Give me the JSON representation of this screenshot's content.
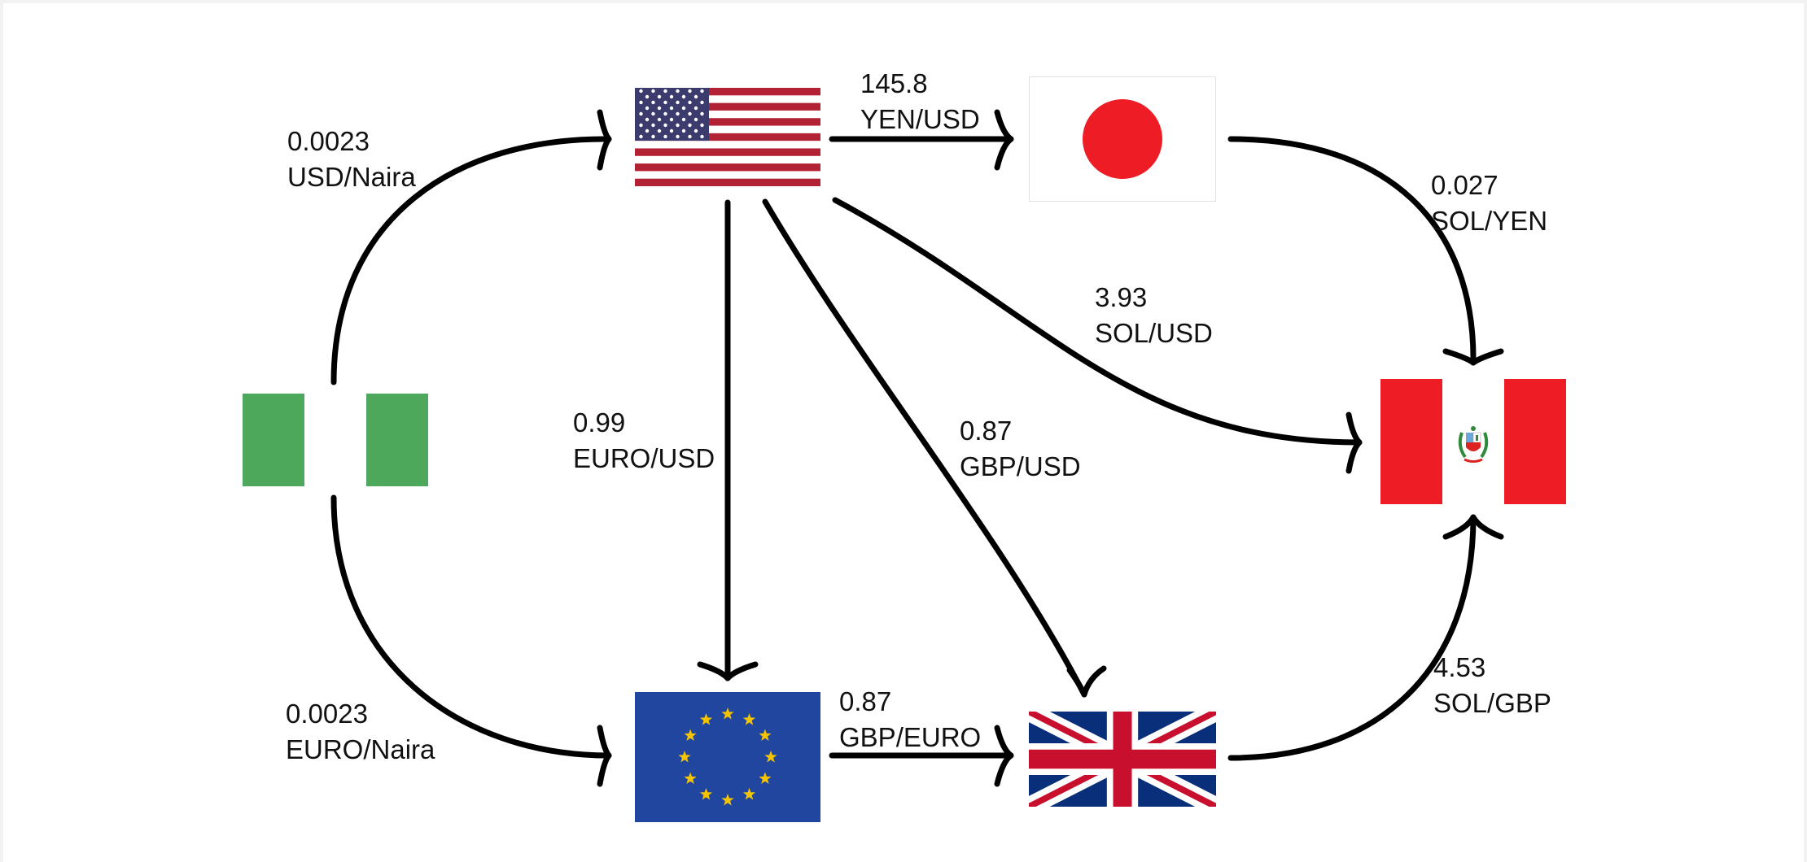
{
  "colors": {
    "edge": "#000000",
    "nigeria_green": "#4ea85b",
    "usa_red": "#b22234",
    "usa_blue": "#3c3b6e",
    "japan_red": "#ee1c25",
    "eu_blue": "#2146a0",
    "eu_star": "#f5c400",
    "uk_blue": "#0a2f7a",
    "uk_red": "#c8102e",
    "peru_red": "#ee1c25"
  },
  "nodes": {
    "nigeria": {
      "icon": "nigeria-flag"
    },
    "usa": {
      "icon": "usa-flag"
    },
    "japan": {
      "icon": "japan-flag"
    },
    "eu": {
      "icon": "eu-flag"
    },
    "uk": {
      "icon": "uk-flag"
    },
    "peru": {
      "icon": "peru-flag"
    }
  },
  "edges": {
    "naira_usd": {
      "from": "nigeria",
      "to": "usa",
      "rate": "0.0023",
      "unit": "USD/Naira"
    },
    "naira_euro": {
      "from": "nigeria",
      "to": "eu",
      "rate": "0.0023",
      "unit": "EURO/Naira"
    },
    "usd_yen": {
      "from": "usa",
      "to": "japan",
      "rate": "145.8",
      "unit": "YEN/USD"
    },
    "usd_euro": {
      "from": "usa",
      "to": "eu",
      "rate": "0.99",
      "unit": "EURO/USD"
    },
    "usd_gbp": {
      "from": "usa",
      "to": "uk",
      "rate": "0.87",
      "unit": "GBP/USD"
    },
    "usd_sol": {
      "from": "usa",
      "to": "peru",
      "rate": "3.93",
      "unit": "SOL/USD"
    },
    "yen_sol": {
      "from": "japan",
      "to": "peru",
      "rate": "0.027",
      "unit": "SOL/YEN"
    },
    "euro_gbp": {
      "from": "eu",
      "to": "uk",
      "rate": "0.87",
      "unit": "GBP/EURO"
    },
    "gbp_sol": {
      "from": "uk",
      "to": "peru",
      "rate": "4.53",
      "unit": "SOL/GBP"
    }
  }
}
